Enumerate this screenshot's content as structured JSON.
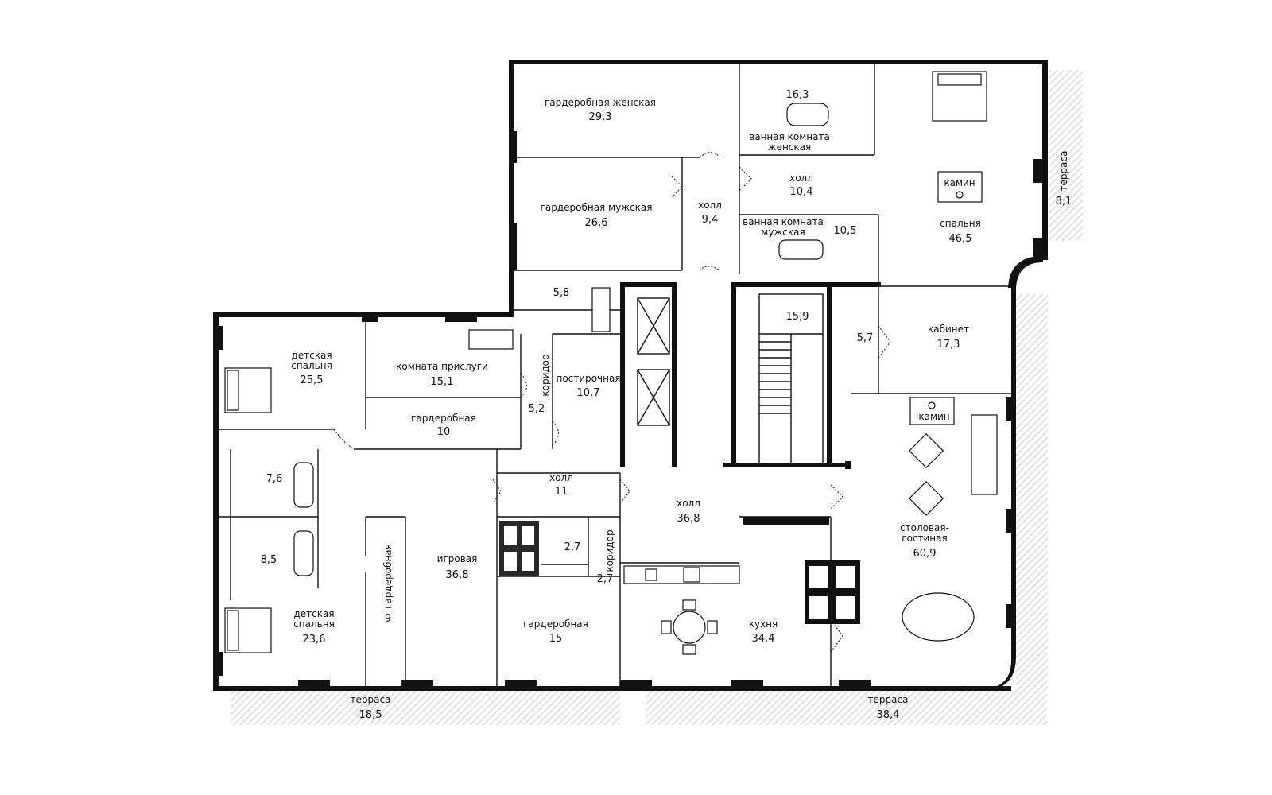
{
  "colors": {
    "wall": "#111111",
    "terrace_hatch": "#d9d9d9",
    "background": "#ffffff"
  },
  "rooms": {
    "wardrobe_women": {
      "name": "гардеробная женская",
      "area": "29,3"
    },
    "wardrobe_men": {
      "name": "гардеробная мужская",
      "area": "26,6"
    },
    "bath_women": {
      "name_1": "ванная комната",
      "name_2": "женская",
      "area": "16,3"
    },
    "hall_9_4": {
      "name": "холл",
      "area": "9,4"
    },
    "hall_10_4": {
      "name": "холл",
      "area": "10,4"
    },
    "bath_men": {
      "name_1": "ванная комната",
      "name_2": "мужская",
      "area": "10,5"
    },
    "bedroom": {
      "name": "спальня",
      "area": "46,5",
      "fireplace": "камин"
    },
    "terrace_side": {
      "name": "терраса",
      "area": "8,1"
    },
    "wc_5_8": {
      "area": "5,8"
    },
    "stair": {
      "area": "15,9"
    },
    "wc_5_7": {
      "area": "5,7"
    },
    "study": {
      "name": "кабинет",
      "area": "17,3"
    },
    "kids_bedroom_1": {
      "name_1": "детская",
      "name_2": "спальня",
      "area": "25,5"
    },
    "maid_room": {
      "name": "комната прислуги",
      "area": "15,1"
    },
    "corridor_5_2": {
      "name": "коридор",
      "area": "5,2"
    },
    "laundry": {
      "name": "постирочная",
      "area": "10,7"
    },
    "wardrobe_10": {
      "name": "гардеробная",
      "area": "10"
    },
    "bath_7_6": {
      "area": "7,6"
    },
    "hall_11": {
      "name": "холл",
      "area": "11"
    },
    "hall_36_8": {
      "name": "холл",
      "area": "36,8"
    },
    "living": {
      "name_1": "столовая-",
      "name_2": "гостиная",
      "area": "60,9",
      "fireplace": "камин"
    },
    "bath_8_5": {
      "area": "8,5"
    },
    "wardrobe_9": {
      "name": "гардеробная",
      "area": "9"
    },
    "playroom": {
      "name": "игровая",
      "area": "36,8"
    },
    "wc_2_7": {
      "area": "2,7"
    },
    "corridor_2_7": {
      "name": "коридор",
      "area": "2,7"
    },
    "kids_bedroom_2": {
      "name_1": "детская",
      "name_2": "спальня",
      "area": "23,6"
    },
    "wardrobe_15": {
      "name": "гардеробная",
      "area": "15"
    },
    "kitchen": {
      "name": "кухня",
      "area": "34,4"
    },
    "terrace_left": {
      "name": "терраса",
      "area": "18,5"
    },
    "terrace_right": {
      "name": "терраса",
      "area": "38,4"
    }
  }
}
